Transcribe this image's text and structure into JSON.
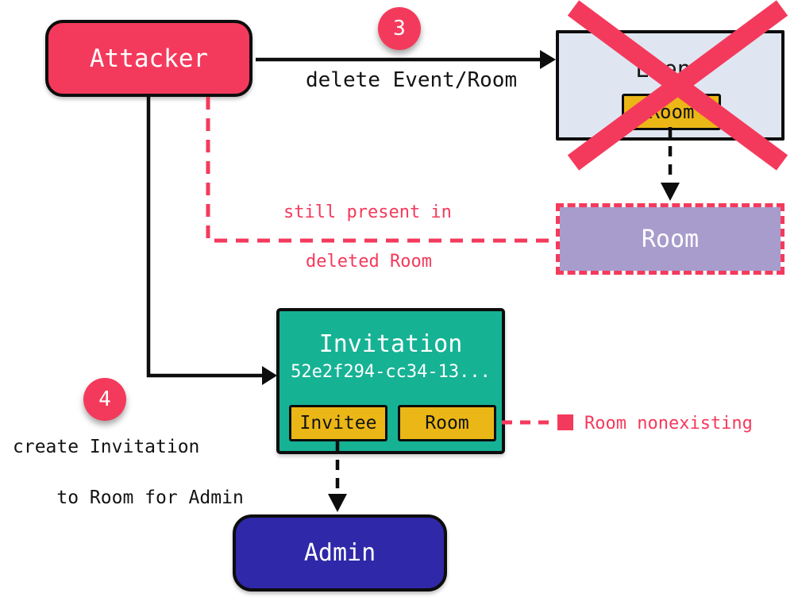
{
  "nodes": {
    "attacker": {
      "label": "Attacker"
    },
    "event": {
      "label": "Event",
      "room_field": "Room"
    },
    "deleted_room": {
      "label": "Room"
    },
    "invitation": {
      "label": "Invitation",
      "id": "52e2f294-cc34-13...",
      "invitee_field": "Invitee",
      "room_field": "Room"
    },
    "admin": {
      "label": "Admin"
    }
  },
  "annotations": {
    "step3_badge": "3",
    "step3_label": "delete Event/Room",
    "step4_badge": "4",
    "step4_line1": "create Invitation",
    "step4_line2": "to Room for Admin",
    "still_present_line1": "still present in",
    "still_present_line2": "deleted Room",
    "room_nonexisting": "Room nonexisting"
  },
  "colors": {
    "rose": "#f43a5c",
    "teal": "#16b294",
    "purple": "#a79ccc",
    "yellow": "#ebb717",
    "event_fill": "#dfe6f2",
    "admin_blue": "#2f28a8",
    "ink": "#0d0d0d"
  }
}
